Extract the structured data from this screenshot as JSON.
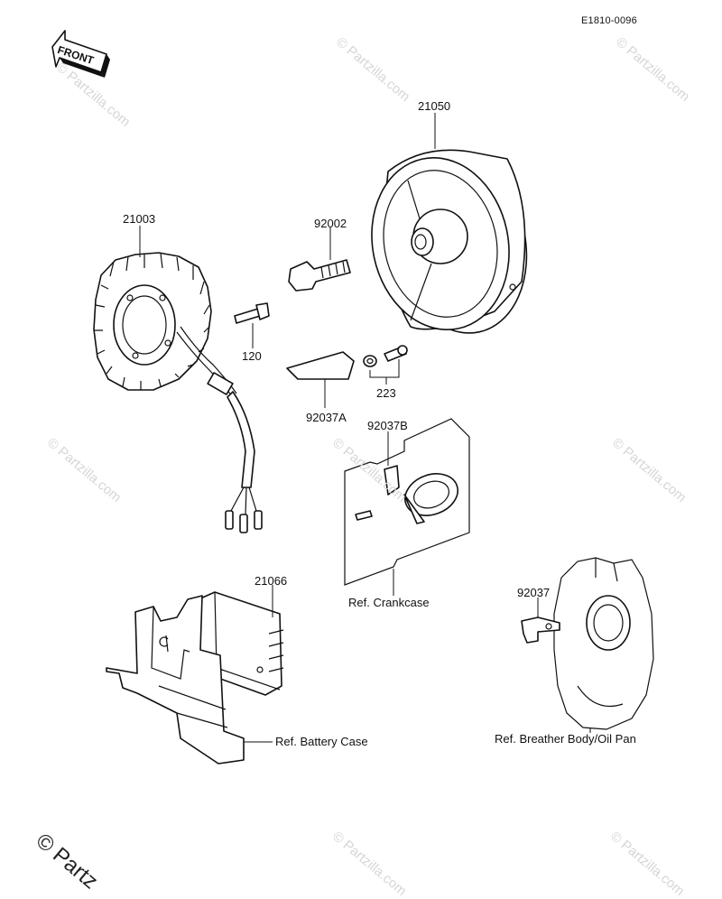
{
  "header": {
    "diagram_code": "E1810-0096",
    "front_indicator": "FRONT"
  },
  "parts": [
    {
      "id": "21050"
    },
    {
      "id": "21003"
    },
    {
      "id": "92002"
    },
    {
      "id": "120"
    },
    {
      "id": "92037A"
    },
    {
      "id": "223"
    },
    {
      "id": "92037B"
    },
    {
      "id": "21066"
    },
    {
      "id": "92037"
    }
  ],
  "references": {
    "crankcase": "Ref. Crankcase",
    "battery_case": "Ref. Battery Case",
    "breather_body": "Ref. Breather Body/Oil Pan"
  },
  "watermark": {
    "text": "© Partzilla.com",
    "corner_text": "© Partz"
  }
}
